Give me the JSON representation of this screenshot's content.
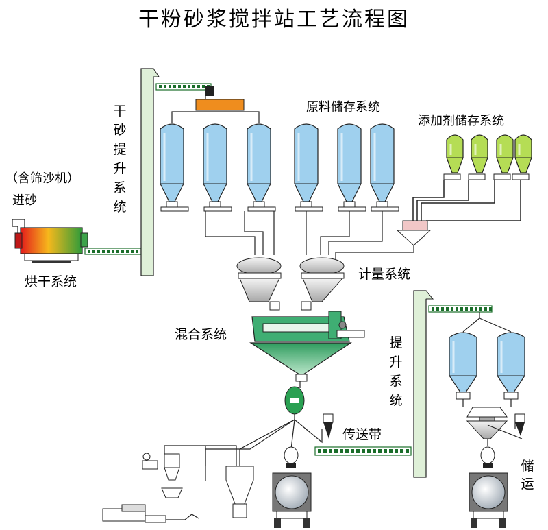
{
  "title": "干粉砂浆搅拌站工艺流程图",
  "labels": {
    "dry_sand_elevator": [
      "干",
      "砂",
      "提",
      "升",
      "系",
      "统"
    ],
    "sand_machine_paren": "（含筛沙机）",
    "sand_input": "进砂",
    "drying_system": "烘干系统",
    "raw_storage": "原料储存系统",
    "additive_storage": "添加剂储存系统",
    "metering_system": "计量系统",
    "mixing_system": "混合系统",
    "conveyor_belt": "传送带",
    "elevator_system": [
      "提",
      "升",
      "系",
      "统"
    ],
    "storage_transport": [
      "储",
      "运"
    ]
  },
  "colors": {
    "silo": "#9fd0ee",
    "additive_silo": "#b5dd55",
    "mixer": "#3fae73",
    "conveyor": "#1a6e2a",
    "elevator": "#dff0d8",
    "feed_hopper": "#ef8d1e"
  }
}
